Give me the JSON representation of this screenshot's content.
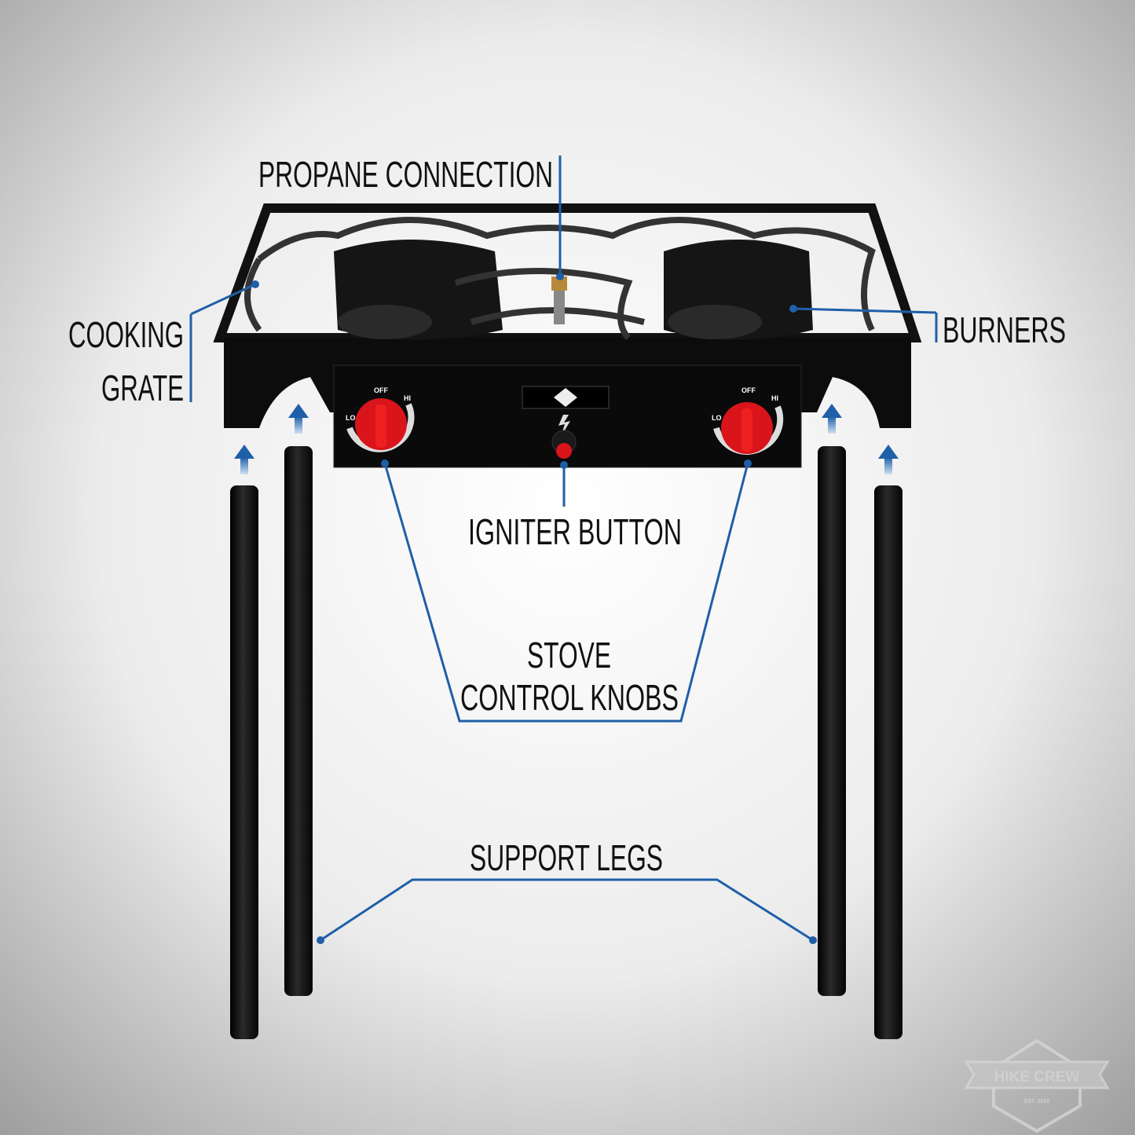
{
  "labels": {
    "propane": "PROPANE CONNECTION",
    "cooking_1": "COOKING",
    "cooking_2": "GRATE",
    "burners": "BURNERS",
    "igniter": "IGNITER BUTTON",
    "knobs_1": "STOVE",
    "knobs_2": "CONTROL KNOBS",
    "legs": "SUPPORT LEGS"
  },
  "knob_marks": {
    "off": "OFF",
    "hi": "HI",
    "lo": "LO"
  },
  "logo": {
    "name": "HIKE CREW",
    "est": "EST. 2018"
  },
  "colors": {
    "leader": "#1f5fa8",
    "knob": "#d9141b",
    "body": "#111111"
  }
}
